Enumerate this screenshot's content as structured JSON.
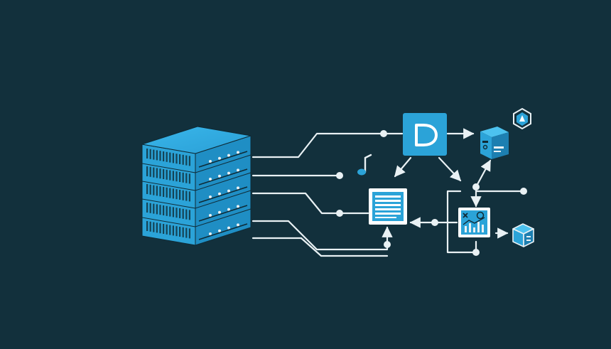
{
  "diagram": {
    "background": "#12303c",
    "accent": "#2ba3d8",
    "line_color": "#e9f1f4",
    "nodes": [
      {
        "id": "server-stack",
        "icon": "server-stack-icon"
      },
      {
        "id": "logo-box",
        "icon": "d-logo-icon",
        "glyph": "D"
      },
      {
        "id": "document",
        "icon": "document-icon"
      },
      {
        "id": "terminal",
        "icon": "terminal-window-icon"
      },
      {
        "id": "analytics",
        "icon": "analytics-chart-icon"
      },
      {
        "id": "shield",
        "icon": "shield-hex-icon"
      },
      {
        "id": "cube",
        "icon": "cube-icon"
      },
      {
        "id": "music",
        "icon": "music-note-icon",
        "glyph": "♪"
      }
    ]
  }
}
